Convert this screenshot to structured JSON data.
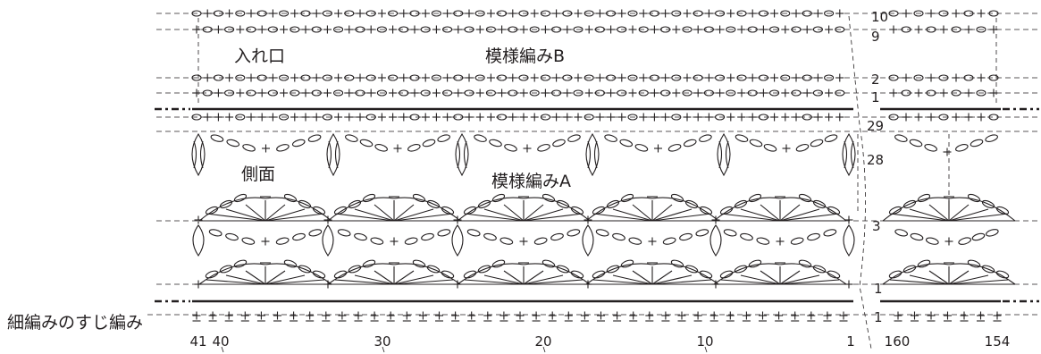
{
  "labels": {
    "opening": "入れ口",
    "pattern_b": "模様編みB",
    "side": "側面",
    "pattern_a": "模様編みA",
    "base": "細編みのすじ編み"
  },
  "row_numbers": {
    "b10": "10",
    "b9": "9",
    "b2": "2",
    "b1": "1",
    "a29": "29",
    "a28": "28",
    "a3": "3",
    "a1": "1",
    "base1": "1"
  },
  "column_numbers": {
    "c41": "41",
    "c40": "40",
    "c30": "30",
    "c20": "20",
    "c10": "10",
    "c1": "1",
    "c160": "160",
    "c154": "154"
  }
}
